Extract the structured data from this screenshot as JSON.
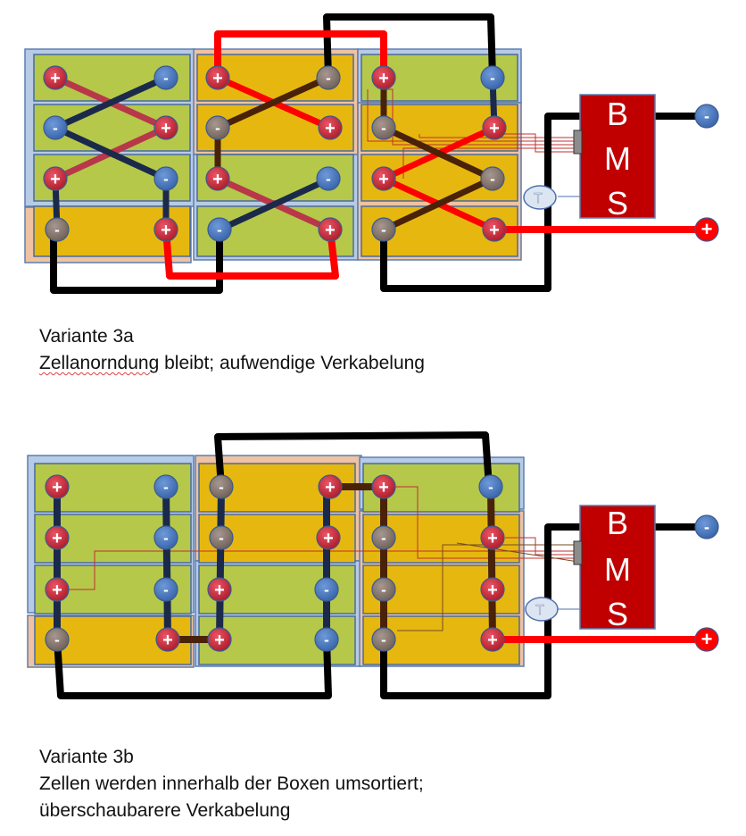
{
  "colors": {
    "green_cell": "#b5c84a",
    "yellow_cell": "#e6b80f",
    "blue_box": "#b7cbe6",
    "peach_box": "#efc2a1",
    "terminal_red": "#d02a3a",
    "terminal_blue": "#4f7ec6",
    "terminal_gray": "#8a7a72",
    "wire_black": "#000000",
    "wire_red": "#ff0000",
    "wire_brown": "#4a2208",
    "wire_navy": "#1b2a4a",
    "wire_crimson": "#b8384a",
    "bms_fill": "#c00000"
  },
  "bms": {
    "letters": [
      "B",
      "M",
      "S"
    ]
  },
  "sensor": {
    "label": "T"
  },
  "terminals": {
    "minus": "-",
    "plus": "+"
  },
  "caption_a": {
    "line1": "Variante 3a",
    "line2_word": "Zellanorndung",
    "line2_rest": " bleibt; aufwendige Verkabelung"
  },
  "caption_b": {
    "line1": "Variante 3b",
    "line2": "Zellen werden innerhalb der Boxen umsortiert;",
    "line3": "überschaubarere Verkabelung"
  }
}
